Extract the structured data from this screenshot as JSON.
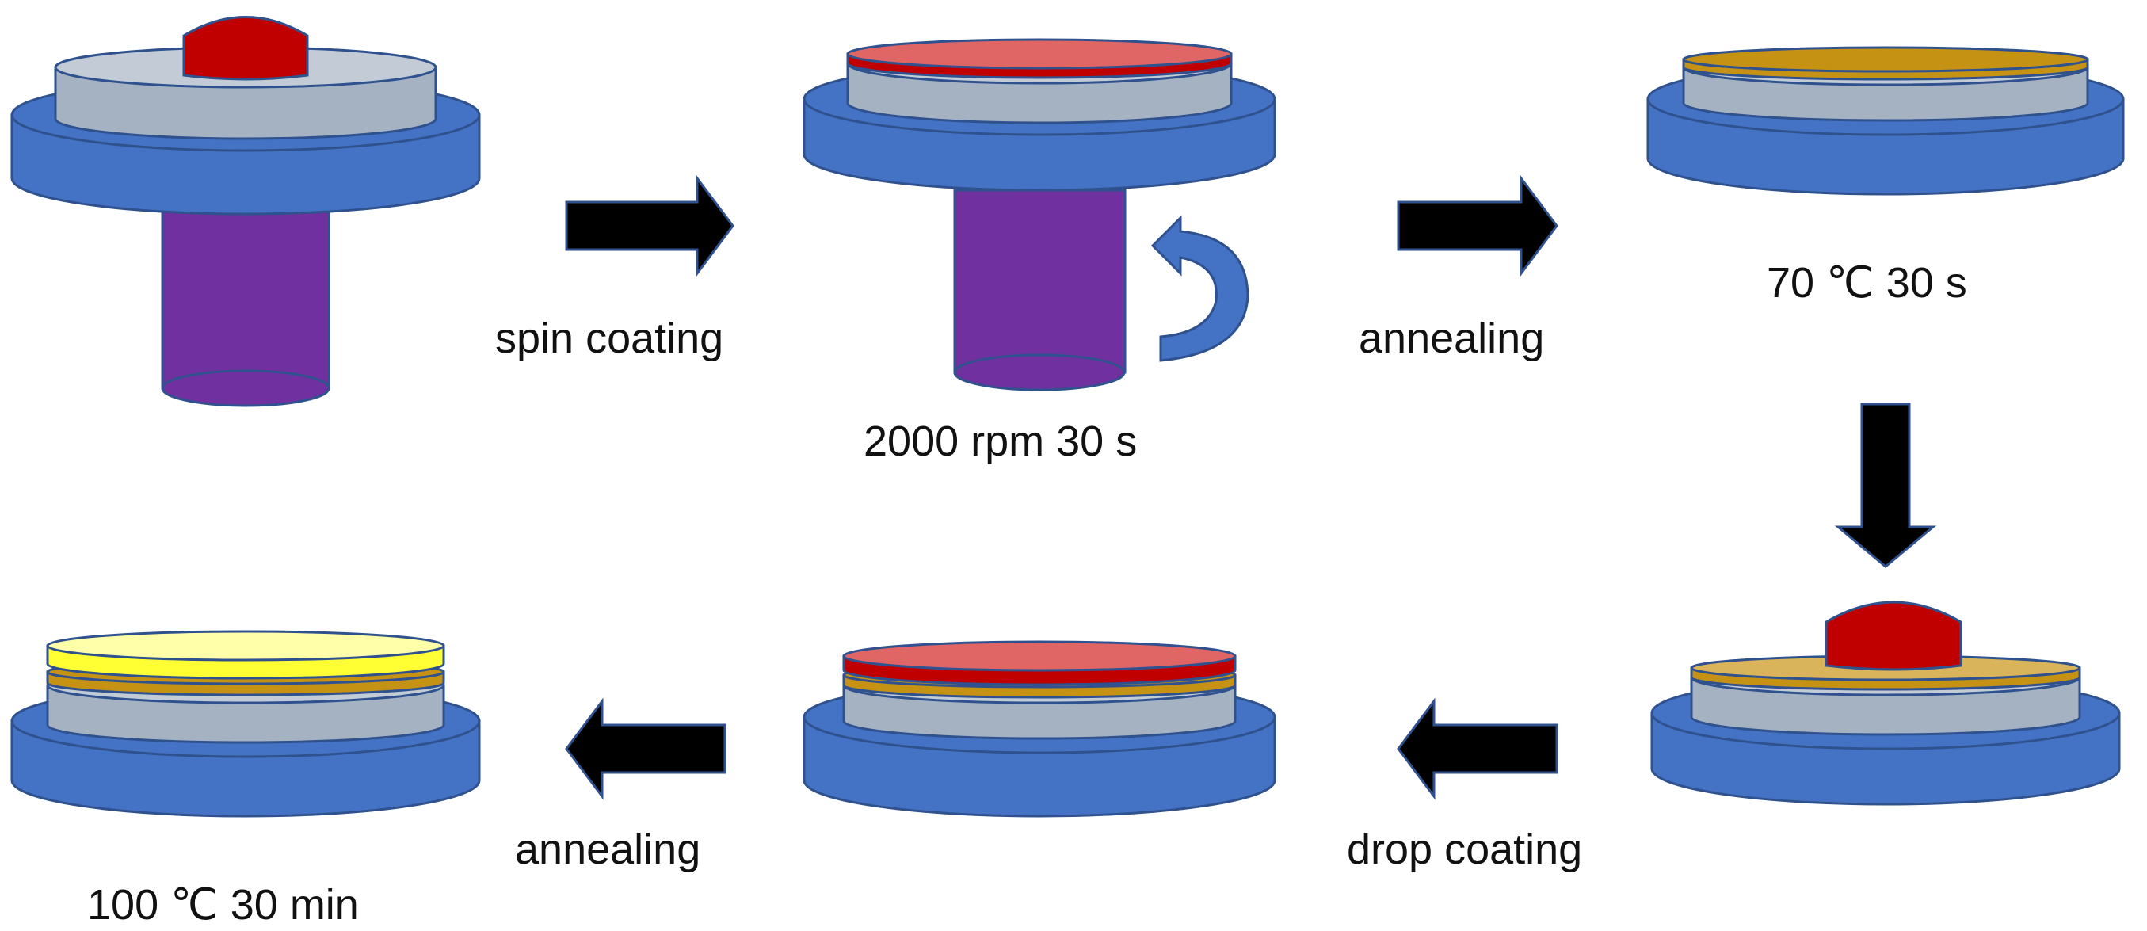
{
  "labels": {
    "spin_coating": "spin coating",
    "spin_params": "2000 rpm 30 s",
    "annealing_1": "annealing",
    "anneal_1_params": "70 ℃ 30 s",
    "drop_coating": "drop coating",
    "annealing_2": "annealing",
    "anneal_2_params": "100 ℃ 30 min"
  },
  "colors": {
    "stage_blue": "#4472C4",
    "stage_outline": "#2F528F",
    "substrate_gray": "#A5B2C1",
    "substrate_top": "#C3CCD6",
    "spindle_purple": "#7030A0",
    "droplet_red": "#C00000",
    "film_red": "#E06666",
    "film_gold": "#C69214",
    "film_yellow": "#FFFF33",
    "arrow_black": "#000000",
    "rotate_arrow_blue": "#4472C4"
  }
}
